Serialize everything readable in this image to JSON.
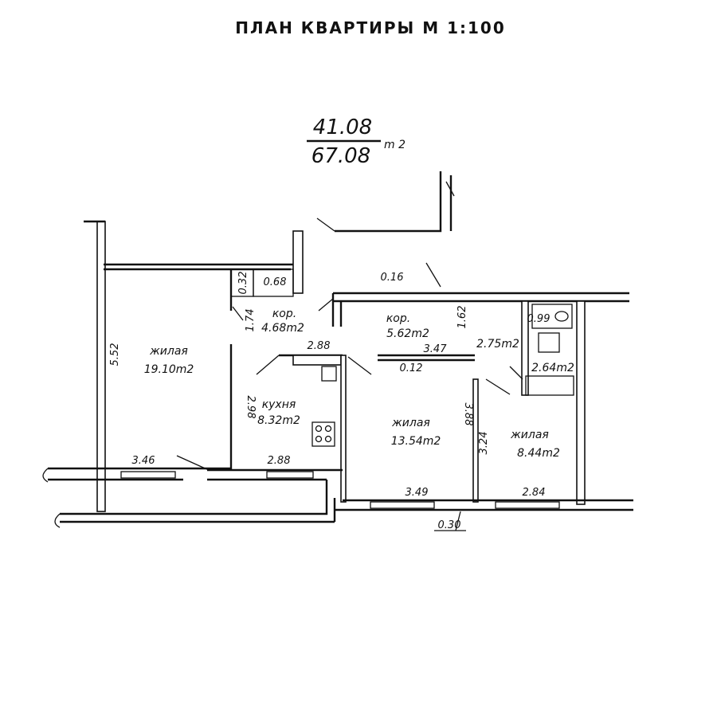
{
  "title": "ПЛАН КВАРТИРЫ М 1:100",
  "area": {
    "living": "41.08",
    "total": "67.08",
    "unit": "m 2"
  },
  "rooms": {
    "living1": {
      "name": "жилая",
      "area": "19.10m2"
    },
    "corridor1": {
      "name": "кор.",
      "area": "4.68m2"
    },
    "kitchen": {
      "name": "кухня",
      "area": "8.32m2"
    },
    "corridor2": {
      "name": "кор.",
      "area": "5.62m2"
    },
    "living2": {
      "name": "жилая",
      "area": "13.54m2"
    },
    "living3": {
      "name": "жилая",
      "area": "8.44m2"
    },
    "bath": {
      "area": "2.75m2"
    },
    "wc": {
      "area": "2.64m2"
    }
  },
  "dims": {
    "d552": "5.52",
    "d346": "3.46",
    "d032": "0.32",
    "d068": "0.68",
    "d174": "1.74",
    "d288_top": "2.88",
    "d298": "2.98",
    "d288_bottom": "2.88",
    "d016": "0.16",
    "d162": "1.62",
    "d347": "3.47",
    "d012": "0.12",
    "d388": "3.88",
    "d349": "3.49",
    "d324": "3.24",
    "d284": "2.84",
    "d030": "0.30",
    "d099": "0.99"
  }
}
